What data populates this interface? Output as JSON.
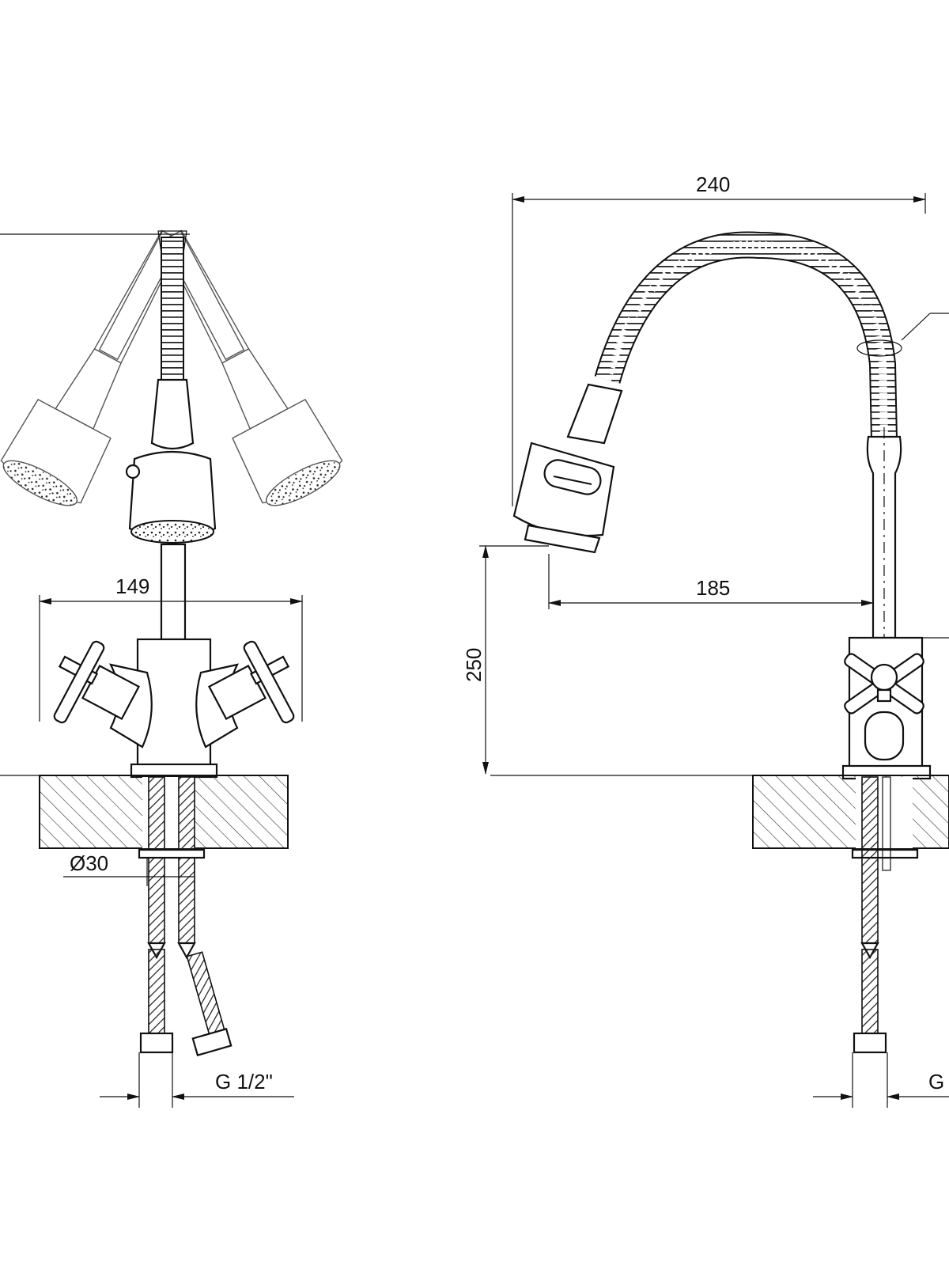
{
  "dimensions": {
    "front_handle_span": "149",
    "base_diameter": "Ø30",
    "thread_left": "G 1/2\"",
    "total_reach": "240",
    "spout_reach": "185",
    "height": "250",
    "thread_right": "G"
  },
  "colors": {
    "line": "#111111",
    "background": "#ffffff",
    "hatch": "#333333"
  },
  "icons": {
    "arrowhead": "filled-triangle",
    "countertop": "diagonal-hatch"
  }
}
